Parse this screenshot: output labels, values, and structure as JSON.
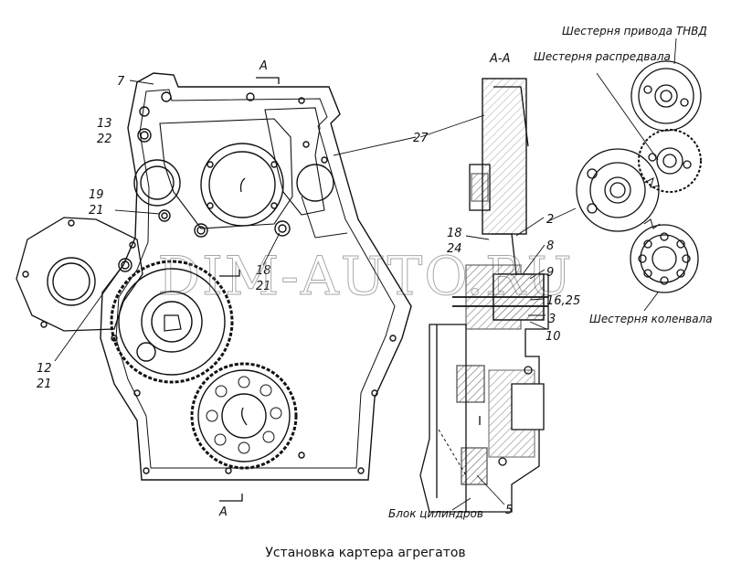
{
  "diagram": {
    "caption": "Установка картера агрегатов",
    "watermark": "DIM-AUTO.RU",
    "section_labels": {
      "section": "А-А",
      "cut_top": "А",
      "cut_bottom": "А"
    },
    "callouts": {
      "c7": "7",
      "c13": "13",
      "c22": "22",
      "c19": "19",
      "c21a": "21",
      "c12": "12",
      "c21b": "21",
      "c18a": "18",
      "c21c": "21",
      "c27": "27",
      "c18b": "18",
      "c24": "24",
      "c2": "2",
      "c8": "8",
      "c9": "9",
      "c16_25": "16,25",
      "c3": "3",
      "c10": "10",
      "c5": "5"
    },
    "part_labels": {
      "tnvd_gear": "Шестерня привода ТНВД",
      "cam_gear": "Шестерня распредвала",
      "crank_gear": "Шестерня коленвала",
      "block": "Блок цилиндров"
    }
  }
}
